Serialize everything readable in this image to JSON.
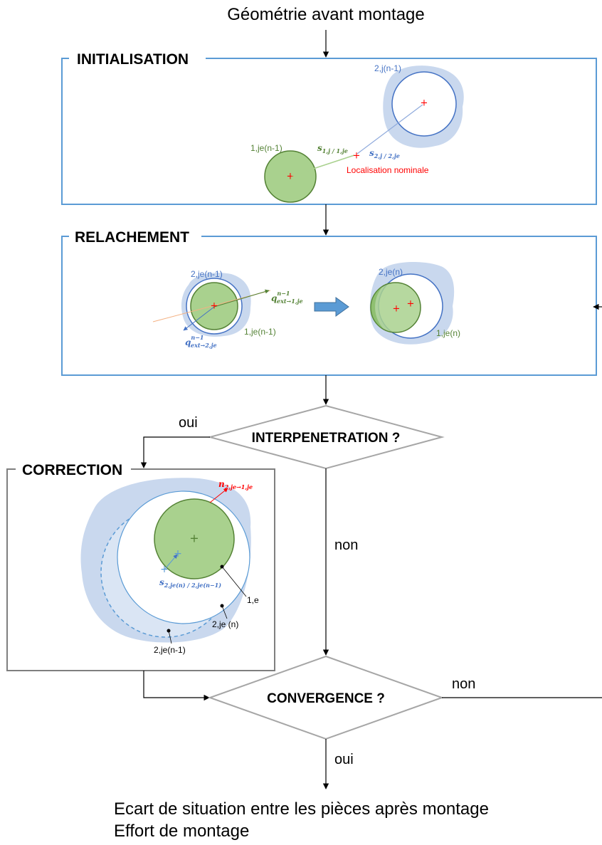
{
  "top_label": "Géométrie avant montage",
  "bottom_labels": [
    "Ecart de situation entre les pièces après montage",
    "Effort de montage"
  ],
  "boxes": {
    "initialisation": {
      "title": "INITIALISATION",
      "label_2j": "2,j(n-1)",
      "label_1je": "1,je(n-1)",
      "s1_main": "s",
      "s1_sub": "1,j / 1,je",
      "s2_main": "s",
      "s2_sub": "2,j / 2,je",
      "loc_label": "Localisation nominale"
    },
    "relachement": {
      "title": "RELACHEMENT",
      "label_2je_prev": "2,je(n-1)",
      "label_1je_prev": "1,je(n-1)",
      "q1_main": "q",
      "q1_sup": "n−1",
      "q1_sub": "ext→1,je",
      "q2_main": "q",
      "q2_sup": "n−1",
      "q2_sub": "ext→2,je",
      "label_2je_n": "2,je(n)",
      "label_1je_n": "1,je(n)"
    },
    "correction": {
      "title": "CORRECTION",
      "n_main": "n",
      "n_sub": "2,je→1,je",
      "s_main": "s",
      "s_sub": "2,je(n) / 2,je(n−1)",
      "label_1e": "1,e",
      "label_2je_n": "2,je (n)",
      "label_2je_prev": "2,je(n-1)"
    }
  },
  "decisions": {
    "interpenetration": {
      "label": "INTERPENETRATION ?",
      "yes": "oui",
      "no": "non"
    },
    "convergence": {
      "label": "CONVERGENCE ?",
      "yes": "oui",
      "no": "non"
    }
  },
  "colors": {
    "box_border_blue": "#5B9BD5",
    "box_border_gray": "#7f7f7f",
    "green_fill": "#A9D18E",
    "green_stroke": "#548235",
    "blue_text": "#4472C4",
    "red": "#FF0000",
    "cloud": "#C9D8EE"
  }
}
